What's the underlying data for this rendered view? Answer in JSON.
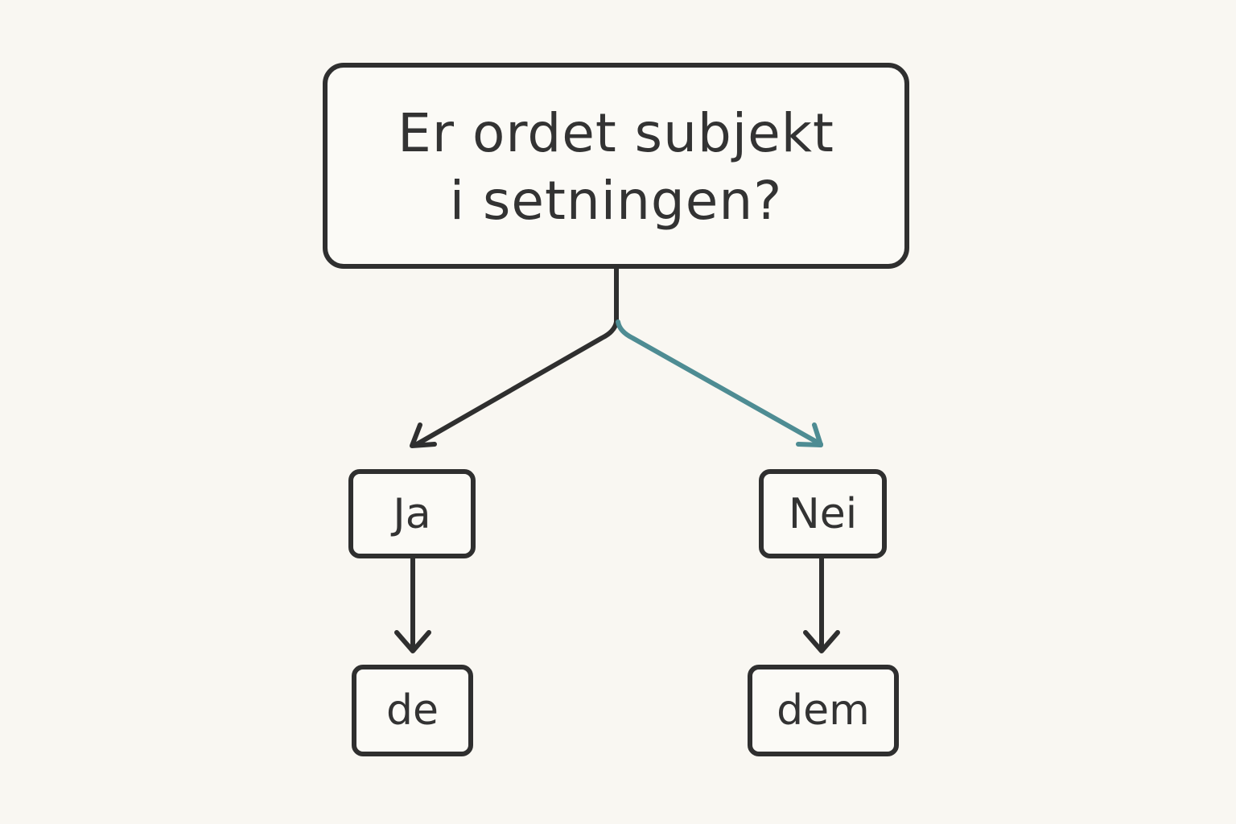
{
  "question": {
    "line1": "Er ordet subjekt",
    "line2": "i setningen?"
  },
  "branches": {
    "yes": {
      "label": "Ja",
      "result": "de"
    },
    "no": {
      "label": "Nei",
      "result": "dem"
    }
  },
  "colors": {
    "stroke": "#2f2f2f",
    "accent": "#4e8c93",
    "background": "#f9f7f2"
  }
}
